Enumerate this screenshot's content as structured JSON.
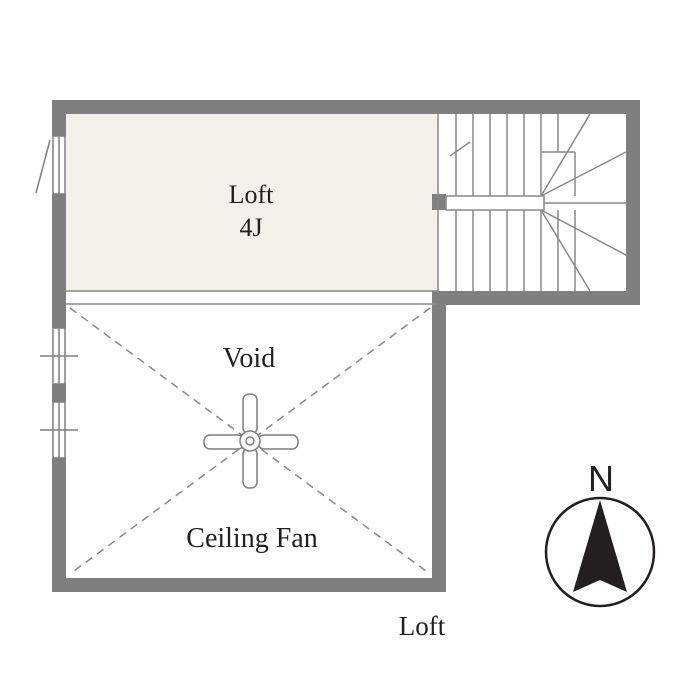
{
  "rooms": {
    "loft_room": {
      "name": "Loft",
      "size": "4J"
    },
    "void": {
      "name": "Void"
    },
    "ceiling_fan": {
      "label": "Ceiling Fan"
    }
  },
  "compass": {
    "north_label": "N"
  },
  "floor_label": "Loft",
  "colors": {
    "wall": "#7f7f7f",
    "loft_fill": "#f2f0e8",
    "line": "#888888",
    "text": "#231f20",
    "compass": "#231f20"
  }
}
